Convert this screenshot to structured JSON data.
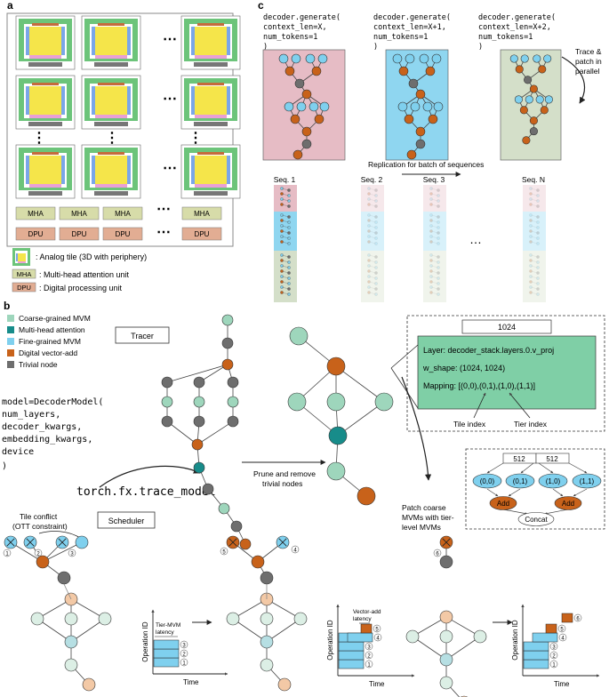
{
  "panels": {
    "a": "a",
    "b": "b",
    "c": "c"
  },
  "colors": {
    "coarse_mvm": "#9ed6bc",
    "mha": "#178c8a",
    "fine_mvm": "#7fd0ee",
    "vector_add": "#c8621a",
    "trivial": "#6e6e6e",
    "mha_unit": "#d7dca9",
    "dpu_unit": "#e2ad93",
    "tile_green": "#6cc47a",
    "tile_yellow": "#f5e54a",
    "tile_pink": "#e9a0d6",
    "tile_blue": "#7aa6e8",
    "pink_bg": "#e6bcc5",
    "blue_bg": "#8fd6f0",
    "sage_bg": "#d4dfc9",
    "bar_blue": "#7fd0ee",
    "bar_orange": "#c8621a"
  },
  "panel_a": {
    "mha_label": "MHA",
    "dpu_label": "DPU",
    "legend": [
      {
        "icon": "tile-icon",
        "text": ": Analog tile (3D with periphery)"
      },
      {
        "icon": "MHA",
        "text": ": Multi-head attention unit"
      },
      {
        "icon": "DPU",
        "text": ": Digital processing unit"
      }
    ]
  },
  "panel_c": {
    "code": [
      [
        "decoder.generate(",
        "    context_len=X,",
        "    num_tokens=1",
        ")"
      ],
      [
        "decoder.generate(",
        "    context_len=X+1,",
        "    num_tokens=1",
        ")"
      ],
      [
        "decoder.generate(",
        "    context_len=X+2,",
        "    num_tokens=1",
        ")"
      ]
    ],
    "trace_note": [
      "Trace &",
      "patch in",
      "parallel"
    ],
    "replication_label": "Replication for batch of sequences",
    "seq_labels": [
      "Seq. 1",
      "Seq. 2",
      "Seq. 3",
      "Seq. N"
    ],
    "ellipsis": "…"
  },
  "panel_b": {
    "legend": [
      "Coarse-grained MVM",
      "Multi-head attention",
      "Fine-grained MVM",
      "Digital vector-add",
      "Trivial node"
    ],
    "model_code": [
      "model=DecoderModel(",
      "    num_layers,",
      "    decoder_kwargs,",
      "    embedding_kwargs,",
      "    device",
      ")"
    ],
    "tracer_label": "Tracer",
    "trace_call": "torch.fx.trace_model",
    "prune_label": [
      "Prune and remove",
      "trivial nodes"
    ],
    "layer_box": {
      "dim": "1024",
      "layer": "Layer: decoder_stack.layers.0.v_proj",
      "w_shape": "w_shape: (1024, 1024)",
      "mapping": "Mapping: [(0,0),(0,1),(1,0),(1,1)]",
      "tile_index": "Tile index",
      "tier_index": "Tier index"
    },
    "patch": {
      "halves": [
        "512",
        "512"
      ],
      "tiles": [
        "(0,0)",
        "(0,1)",
        "(1,0)",
        "(1,1)"
      ],
      "add": "Add",
      "concat": "Concat",
      "note": [
        "Patch coarse",
        "MVMs with tier-",
        "level MVMs"
      ]
    },
    "scheduler_label": "Scheduler",
    "tile_conflict": [
      "Tile conflict",
      "(OTT constraint)"
    ],
    "op_id": "Operation ID",
    "time": "Time",
    "tier_latency": [
      "Tier-MVM",
      "latency"
    ],
    "vadd_latency": [
      "Vector-add",
      "latency"
    ],
    "nums": [
      "1",
      "2",
      "3",
      "4",
      "5",
      "6"
    ]
  }
}
